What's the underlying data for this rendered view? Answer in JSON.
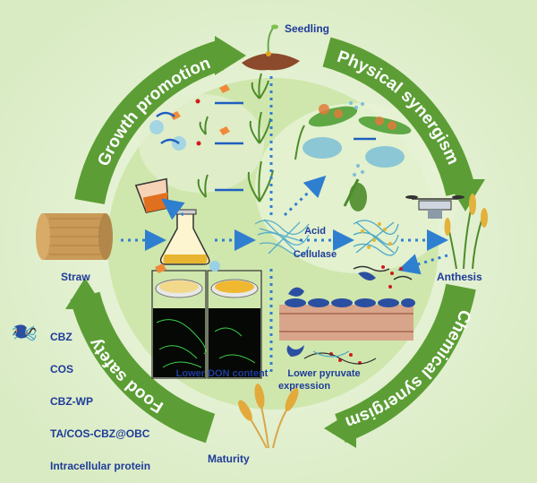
{
  "ring_labels": {
    "growth_promotion": "Growth promotion",
    "physical_synergism": "Physical synergism",
    "chemical_synergism": "Chemical synergism",
    "food_safety": "Food safety"
  },
  "stage_labels": {
    "seedling": "Seedling",
    "anthesis": "Anthesis",
    "maturity": "Maturity",
    "straw": "Straw"
  },
  "process_labels": {
    "acid": "Acid",
    "cellulase": "Cellulase",
    "lower_don": "Lower DON content",
    "lower_pyruvate_1": "Lower pyruvate",
    "lower_pyruvate_2": "expression"
  },
  "legend": [
    {
      "icon": "cbz-dot-icon",
      "label": "CBZ"
    },
    {
      "icon": "cos-chain-icon",
      "label": "COS"
    },
    {
      "icon": "cbz-wp-icon",
      "label": "CBZ-WP"
    },
    {
      "icon": "fiber-network-icon",
      "label": "TA/COS-CBZ@OBC"
    },
    {
      "icon": "protein-icon",
      "label": "Intracellular protein"
    }
  ],
  "colors": {
    "background": "#e7f2d5",
    "ring": "#5c9e35",
    "inner_disc": "#c9e4a4",
    "label_blue": "#1f3b99",
    "arrow_blue": "#2f7fd0",
    "cbz_red": "#d11a1a",
    "cbz_wp_orange": "#f08a3a"
  }
}
